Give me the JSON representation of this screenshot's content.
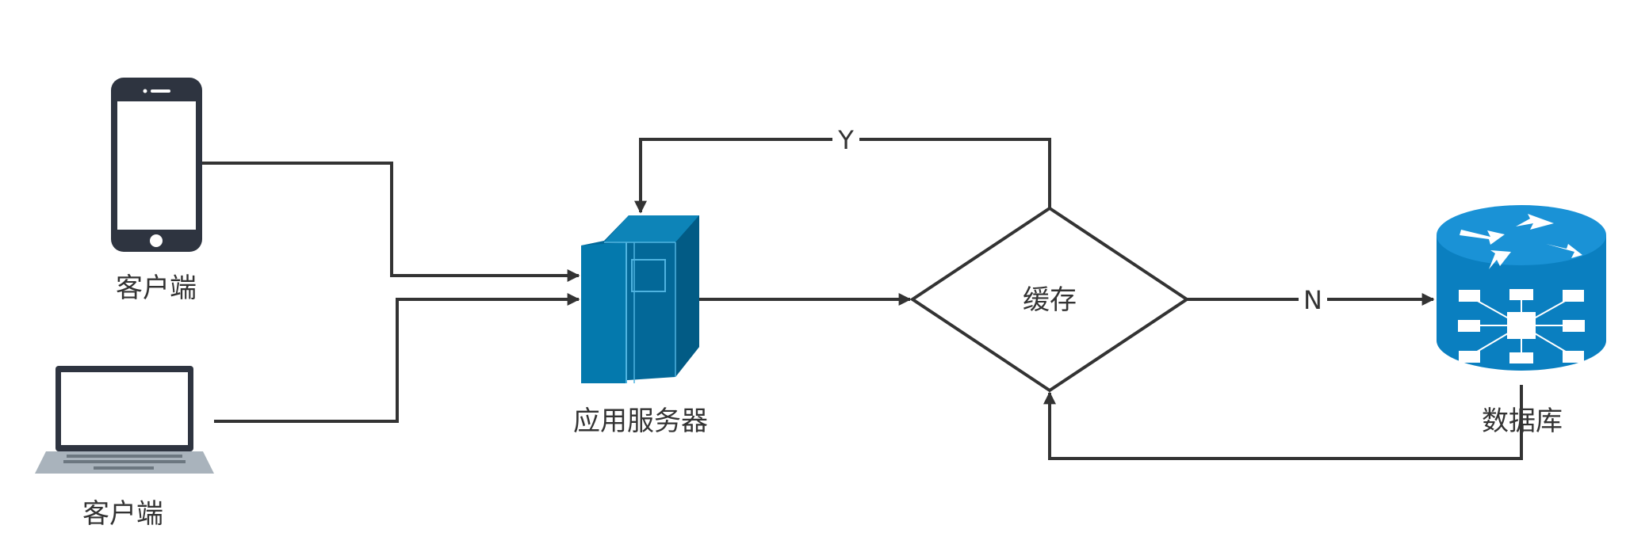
{
  "nodes": {
    "client_phone": {
      "label": "客户端"
    },
    "client_laptop": {
      "label": "客户端"
    },
    "app_server": {
      "label": "应用服务器"
    },
    "cache": {
      "label": "缓存"
    },
    "database": {
      "label": "数据库"
    }
  },
  "edges": {
    "cache_hit": {
      "label": "Y"
    },
    "cache_miss": {
      "label": "N"
    }
  },
  "colors": {
    "stroke": "#333333",
    "server_blue": "#036898",
    "server_light": "#0d84b8",
    "db_blue": "#0a7fc0",
    "device_dark": "#2e3440",
    "laptop_silver": "#a9b3bc"
  }
}
